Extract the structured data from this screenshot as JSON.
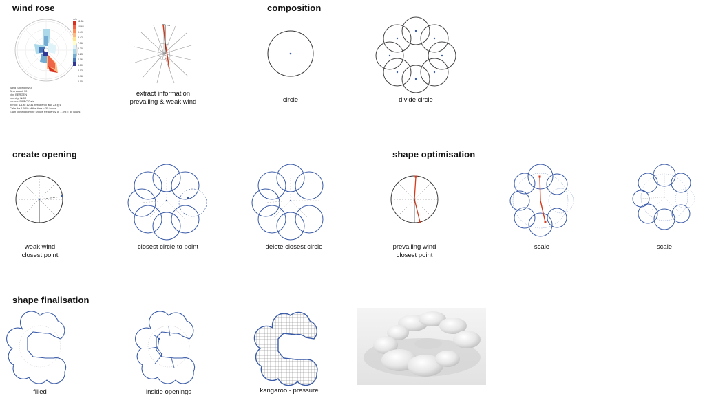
{
  "headings": {
    "wind_rose": "wind rose",
    "composition": "composition",
    "create_opening": "create opening",
    "shape_optimisation": "shape optimisation",
    "shape_finalisation": "shape finalisation"
  },
  "captions": {
    "extract": [
      "extract information",
      "prevailing & weak wind"
    ],
    "circle": "circle",
    "divide_circle": "divide circle",
    "weak_wind": [
      "weak wind",
      "closest point"
    ],
    "closest_circle": "closest circle to point",
    "delete_closest": "delete closest circle",
    "prevailing_wind": [
      "prevailing wind",
      "closest point"
    ],
    "scale_1": "scale",
    "scale_2": "scale",
    "filled": "filled",
    "inside_openings": "inside openings",
    "kangaroo": "kangaroo - pressure"
  },
  "wind_rose_legend": {
    "lines": [
      "Wind Speed (m/s)",
      "Bins count: 10",
      "city: BERGEN",
      "country: NOR",
      "source: SWEC Data",
      "period: 1/1 to 12/31 between 0 and 23 @1",
      "Calm for 1.98% of the time = 35 hours",
      "Each closed polyline shows frequency of 7.3% = 80 hours"
    ],
    "scale_unit": "m/s",
    "scale_values": [
      "11.50",
      "10.64",
      "9.49",
      "8.42",
      "7.36",
      "6.30",
      "5.23",
      "4.16",
      "3.10",
      "2.03",
      "0.96",
      "0.00"
    ],
    "colors": [
      "#d7301f",
      "#ef6548",
      "#fc8d59",
      "#fdbb84",
      "#fee391",
      "#ffffcc",
      "#e0f3f8",
      "#abd9e9",
      "#74add1",
      "#4575b4",
      "#313695"
    ]
  },
  "accent": {
    "blue": "#3a5ba8",
    "red": "#d43a1c"
  }
}
